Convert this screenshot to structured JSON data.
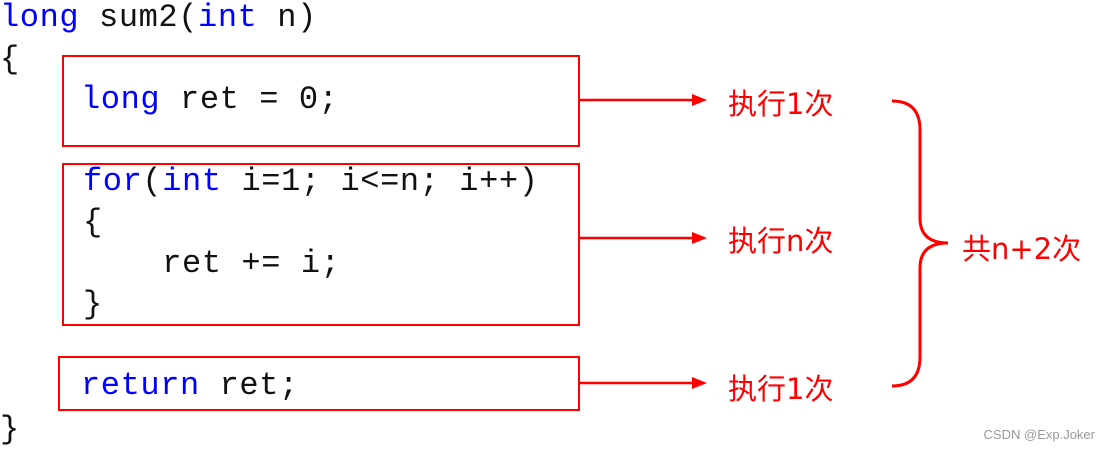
{
  "code": {
    "sig_kw1": "long",
    "sig_mid": " sum2(",
    "sig_kw2": "int",
    "sig_end": " n)",
    "open_brace": "{",
    "line1_kw": "long",
    "line1_rest": " ret = 0;",
    "for_kw": "for",
    "for_paren": "(",
    "for_int": "int",
    "for_rest": " i=1; i<=n; i++)",
    "for_open": "{",
    "for_body": "    ret += i;",
    "for_close": "}",
    "return_kw": "return",
    "return_rest": " ret;",
    "close_brace": "}"
  },
  "annotations": {
    "first": "执行1次",
    "loop": "执行n次",
    "last": "执行1次",
    "total": "共n+2次"
  },
  "watermark": "CSDN @Exp.Joker",
  "colors": {
    "keyword": "#0000ff",
    "annotation": "#ff0000"
  }
}
